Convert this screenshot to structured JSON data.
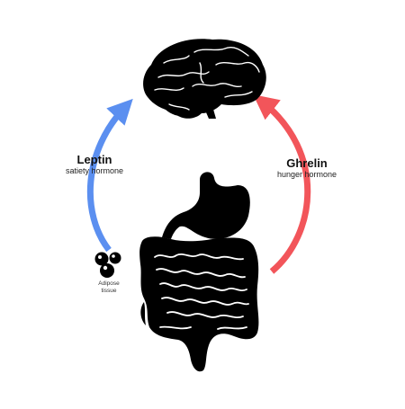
{
  "left_hormone": {
    "name": "Leptin",
    "description": "satiety hormone"
  },
  "right_hormone": {
    "name": "Ghrelin",
    "description": "hunger hormone"
  },
  "adipose": {
    "line1": "Adipose",
    "line2": "tissue"
  },
  "colors": {
    "leptin_arrow": "#5b8ff0",
    "ghrelin_arrow": "#f2555a",
    "organ_fill": "#000000"
  },
  "icons": [
    "brain-icon",
    "stomach-icon",
    "intestines-icon",
    "fat-cells-icon",
    "arrow-up-left",
    "arrow-up-right"
  ]
}
